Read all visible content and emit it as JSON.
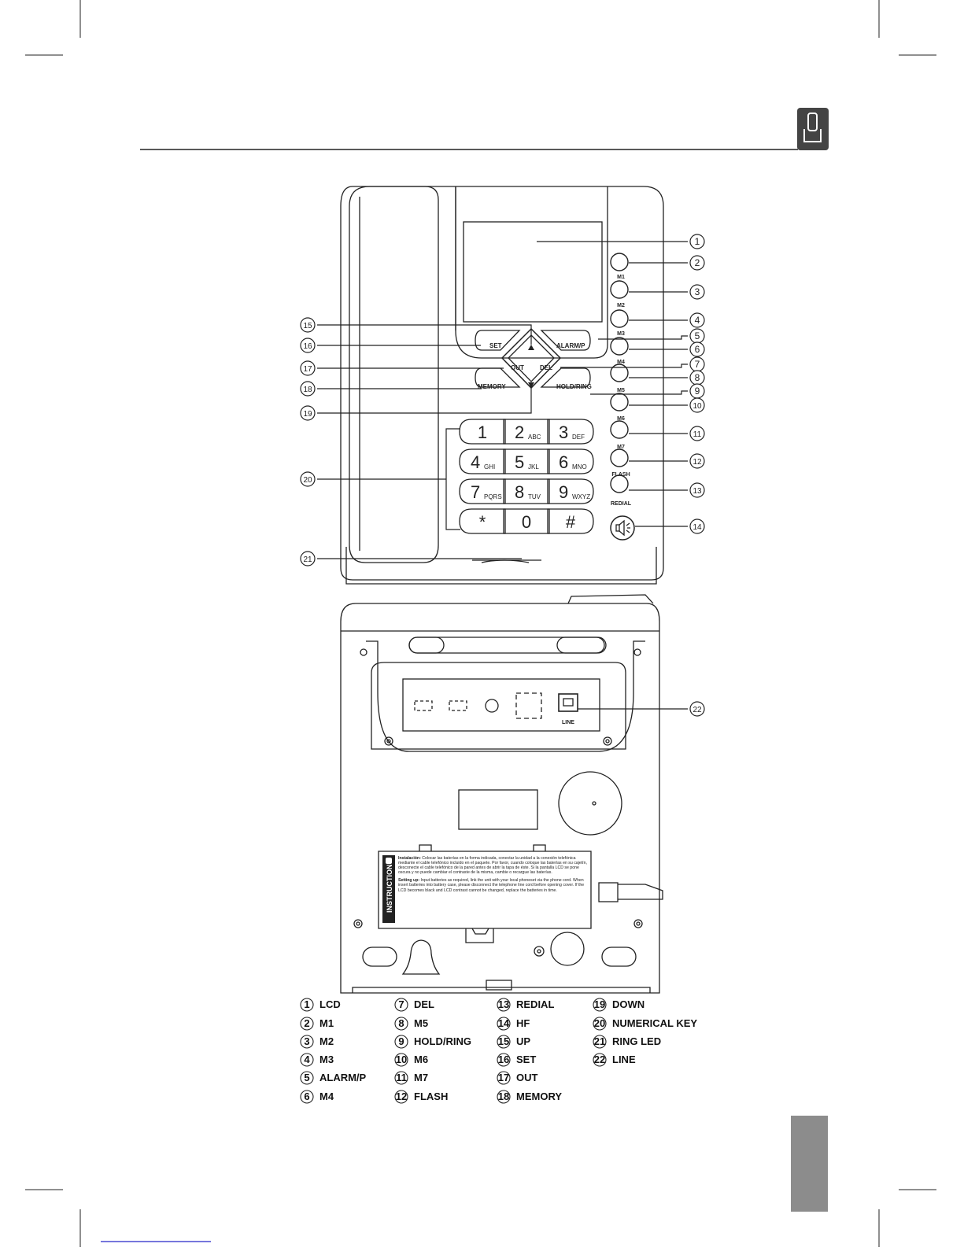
{
  "colors": {
    "ink": "#222222",
    "tab": "#8c8c8c",
    "header_tab": "#444444",
    "link": "#4a4ad0"
  },
  "icons": {
    "header": "phone-handset-icon",
    "hf": "speaker-icon",
    "instruction": "hand-icon"
  },
  "front": {
    "softkeys": {
      "set": "SET",
      "alarm": "ALARM/P",
      "out": "OUT",
      "del": "DEL",
      "memory": "MEMORY",
      "holdring": "HOLD/RING"
    },
    "side_labels": [
      "M1",
      "M2",
      "M3",
      "M4",
      "M5",
      "M6",
      "M7",
      "FLASH",
      "REDIAL"
    ],
    "keypad": [
      {
        "d": "1",
        "l": ""
      },
      {
        "d": "2",
        "l": "ABC"
      },
      {
        "d": "3",
        "l": "DEF"
      },
      {
        "d": "4",
        "l": "GHI"
      },
      {
        "d": "5",
        "l": "JKL"
      },
      {
        "d": "6",
        "l": "MNO"
      },
      {
        "d": "7",
        "l": "PQRS"
      },
      {
        "d": "8",
        "l": "TUV"
      },
      {
        "d": "9",
        "l": "WXYZ"
      },
      {
        "d": "*",
        "l": ""
      },
      {
        "d": "0",
        "l": ""
      },
      {
        "d": "#",
        "l": ""
      }
    ]
  },
  "callouts": [
    "1",
    "2",
    "3",
    "4",
    "5",
    "6",
    "7",
    "8",
    "9",
    "10",
    "11",
    "12",
    "13",
    "14",
    "15",
    "16",
    "17",
    "18",
    "19",
    "20",
    "21",
    "22"
  ],
  "back": {
    "line_label": "LINE",
    "instruction_tag": "INSTRUCTION",
    "instruction_es_head": "Instalación:",
    "instruction_es": "Colocar las baterías en la forma indicada, conectar la unidad a la conexión telefónica mediante el cable telefónico incluido en el paquete. Por favor, cuando coloque las baterías en su cajetín, desconecte el cable telefónico de la pared antes de abrir la tapa de éste. Si la pantalla LCD se pone oscura y no puede cambiar el contraste de la misma, cambie o recargue las baterías.",
    "instruction_en_head": "Setting up:",
    "instruction_en": "Input batteries as required, link the unit with your local phoneset via the phone cord. When insert batteries into battery case, please disconnect the telephone line cord before opening cover. If the LCD becomes black and LCD contrast cannot be changed, replace the batteries in time."
  },
  "legend": [
    {
      "n": "1",
      "label": "LCD"
    },
    {
      "n": "2",
      "label": "M1"
    },
    {
      "n": "3",
      "label": "M2"
    },
    {
      "n": "4",
      "label": "M3"
    },
    {
      "n": "5",
      "label": "ALARM/P"
    },
    {
      "n": "6",
      "label": "M4"
    },
    {
      "n": "7",
      "label": "DEL"
    },
    {
      "n": "8",
      "label": "M5"
    },
    {
      "n": "9",
      "label": "HOLD/RING"
    },
    {
      "n": "10",
      "label": "M6"
    },
    {
      "n": "11",
      "label": "M7"
    },
    {
      "n": "12",
      "label": "FLASH"
    },
    {
      "n": "13",
      "label": "REDIAL"
    },
    {
      "n": "14",
      "label": "HF"
    },
    {
      "n": "15",
      "label": "UP"
    },
    {
      "n": "16",
      "label": "SET"
    },
    {
      "n": "17",
      "label": "OUT"
    },
    {
      "n": "18",
      "label": "MEMORY"
    },
    {
      "n": "19",
      "label": "DOWN"
    },
    {
      "n": "20",
      "label": "NUMERICAL KEY"
    },
    {
      "n": "21",
      "label": "RING LED"
    },
    {
      "n": "22",
      "label": "LINE"
    }
  ]
}
